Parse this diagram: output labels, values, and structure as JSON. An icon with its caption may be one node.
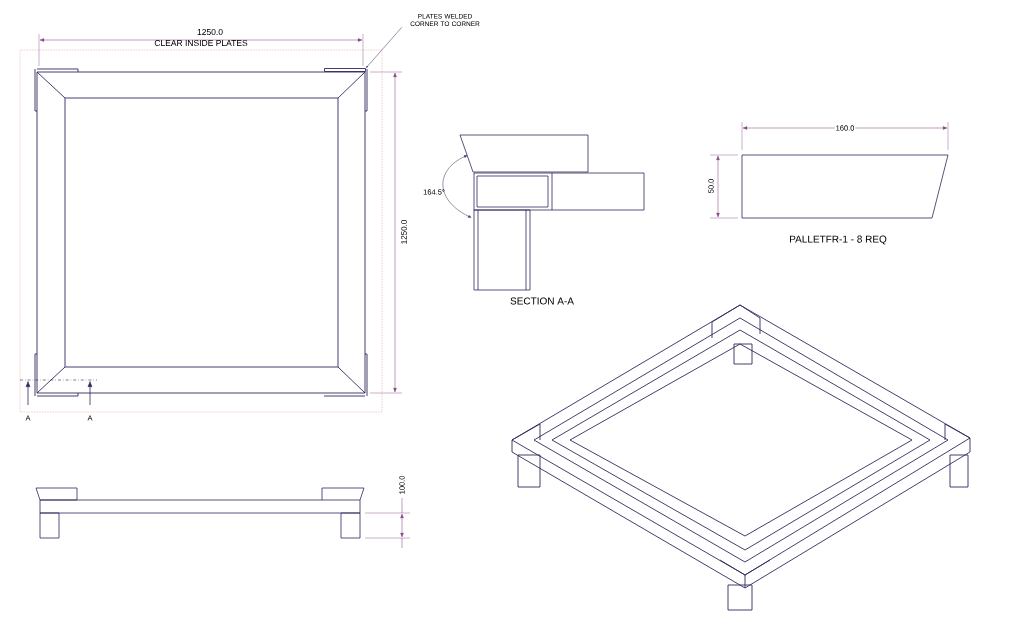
{
  "diagram": {
    "nodes": [
      {
        "text": [
          "PLATES WELDED CORNER TO CORNER"
        ]
      },
      {
        "text": [],
        "shape": "box"
      }
    ],
    "edges": [
      {
        "from": 0,
        "to": 1,
        "arrow": "to"
      }
    ],
    "labels": [
      "1250.0",
      "CLEAR INSIDE PLATES",
      "1250.0",
      "A",
      "A",
      "164.5°",
      "SECTION A-A",
      "160.0",
      "50.0",
      "PALLETFR-1 - 8 REQ",
      "100.0"
    ]
  }
}
